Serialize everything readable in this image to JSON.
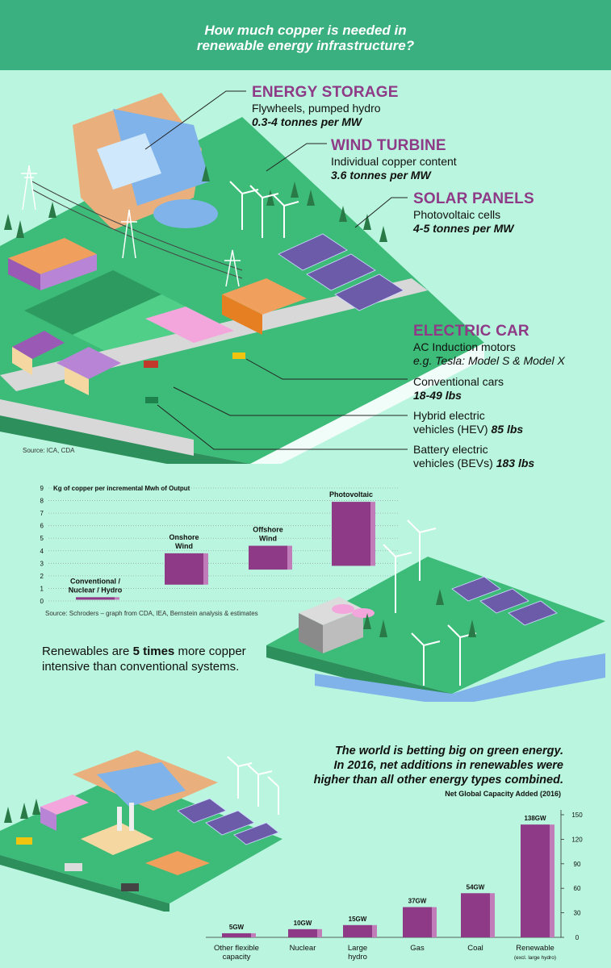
{
  "header": {
    "title_line1": "How much copper is needed in",
    "title_line2": "renewable energy infrastructure?"
  },
  "annotations": {
    "energy_storage": {
      "heading": "ENERGY STORAGE",
      "line": "Flywheels, pumped hydro",
      "value": "0.3-4 tonnes per MW"
    },
    "wind_turbine": {
      "heading": "WIND TURBINE",
      "line": "Individual copper content",
      "value": "3.6 tonnes per MW"
    },
    "solar_panels": {
      "heading": "SOLAR PANELS",
      "line": "Photovoltaic cells",
      "value": "4-5 tonnes per MW"
    },
    "electric_car": {
      "heading": "ELECTRIC CAR",
      "line": "AC Induction motors",
      "value": "e.g. Tesla: Model S & Model X"
    },
    "conventional_cars": {
      "line": "Conventional cars",
      "value": "18-49 lbs"
    },
    "hybrid": {
      "line1": "Hybrid electric",
      "line2": "vehicles (HEV)",
      "value": "85 lbs"
    },
    "battery": {
      "line1": "Battery electric",
      "line2": "vehicles (BEVs)",
      "value": "183 lbs"
    }
  },
  "source1": "Source: ICA, CDA",
  "source2": "Source: Schroders – graph from CDA, IEA, Bernstein analysis & estimates",
  "statement": {
    "before": "Renewables are ",
    "emph": "5 times",
    "after": " more copper",
    "line2": "intensive than conventional systems."
  },
  "betting": {
    "line1": "The world is betting big on green energy.",
    "line2": "In 2016, net additions in renewables were",
    "line3": "higher than all other energy types combined."
  },
  "colors": {
    "header": "#3aaf7f",
    "background": "#b9f5df",
    "bar": "#8e3a86",
    "bar_side": "#c07dba",
    "ground": "#3dbb78"
  },
  "chart_data": [
    {
      "type": "bar",
      "ylabel": "Kg of copper per incremental Mwh of Output",
      "ylim": [
        0,
        9
      ],
      "yticks": [
        0,
        1,
        2,
        3,
        4,
        5,
        6,
        7,
        8,
        9
      ],
      "grid": true,
      "categories": [
        {
          "lines": [
            "Conventional /",
            "Nuclear / Hydro"
          ]
        },
        {
          "lines": [
            "Onshore",
            "Wind"
          ]
        },
        {
          "lines": [
            "Offshore",
            "Wind"
          ]
        },
        {
          "lines": [
            "Photovoltaic"
          ]
        }
      ],
      "ranges": [
        [
          0.1,
          0.3
        ],
        [
          1.3,
          3.8
        ],
        [
          2.5,
          4.4
        ],
        [
          2.8,
          7.9
        ]
      ]
    },
    {
      "type": "bar",
      "title": "Net Global Capacity Added (2016)",
      "ylim": [
        0,
        150
      ],
      "yticks": [
        0,
        30,
        60,
        90,
        120,
        150
      ],
      "grid": false,
      "categories": [
        {
          "lines": [
            "Other flexible",
            "capacity"
          ]
        },
        {
          "lines": [
            "Nuclear"
          ]
        },
        {
          "lines": [
            "Large",
            "hydro"
          ]
        },
        {
          "lines": [
            "Gas"
          ]
        },
        {
          "lines": [
            "Coal"
          ]
        },
        {
          "lines": [
            "Renewable"
          ],
          "note": "(excl. large hydro)"
        }
      ],
      "values": [
        5,
        10,
        15,
        37,
        54,
        138
      ],
      "data_labels": [
        "5GW",
        "10GW",
        "15GW",
        "37GW",
        "54GW",
        "138GW"
      ]
    }
  ]
}
